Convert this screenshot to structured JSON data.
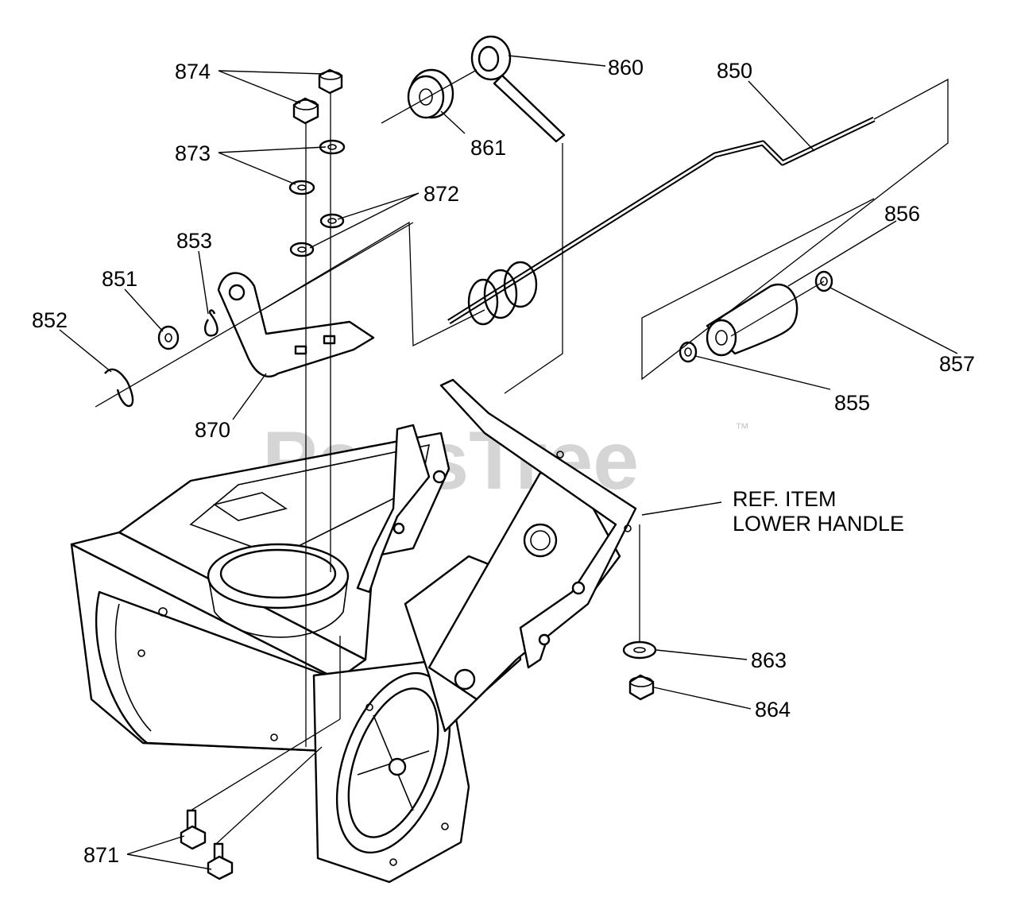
{
  "watermark": {
    "text": "PartsTree",
    "trademark": "™"
  },
  "reference": {
    "line1": "REF. ITEM",
    "line2": "LOWER HANDLE"
  },
  "callouts": [
    {
      "id": "874",
      "label": "874"
    },
    {
      "id": "873",
      "label": "873"
    },
    {
      "id": "872",
      "label": "872"
    },
    {
      "id": "853",
      "label": "853"
    },
    {
      "id": "851",
      "label": "851"
    },
    {
      "id": "852",
      "label": "852"
    },
    {
      "id": "870",
      "label": "870"
    },
    {
      "id": "861",
      "label": "861"
    },
    {
      "id": "860",
      "label": "860"
    },
    {
      "id": "850",
      "label": "850"
    },
    {
      "id": "856",
      "label": "856"
    },
    {
      "id": "857",
      "label": "857"
    },
    {
      "id": "855",
      "label": "855"
    },
    {
      "id": "863",
      "label": "863"
    },
    {
      "id": "864",
      "label": "864"
    },
    {
      "id": "871",
      "label": "871"
    }
  ]
}
